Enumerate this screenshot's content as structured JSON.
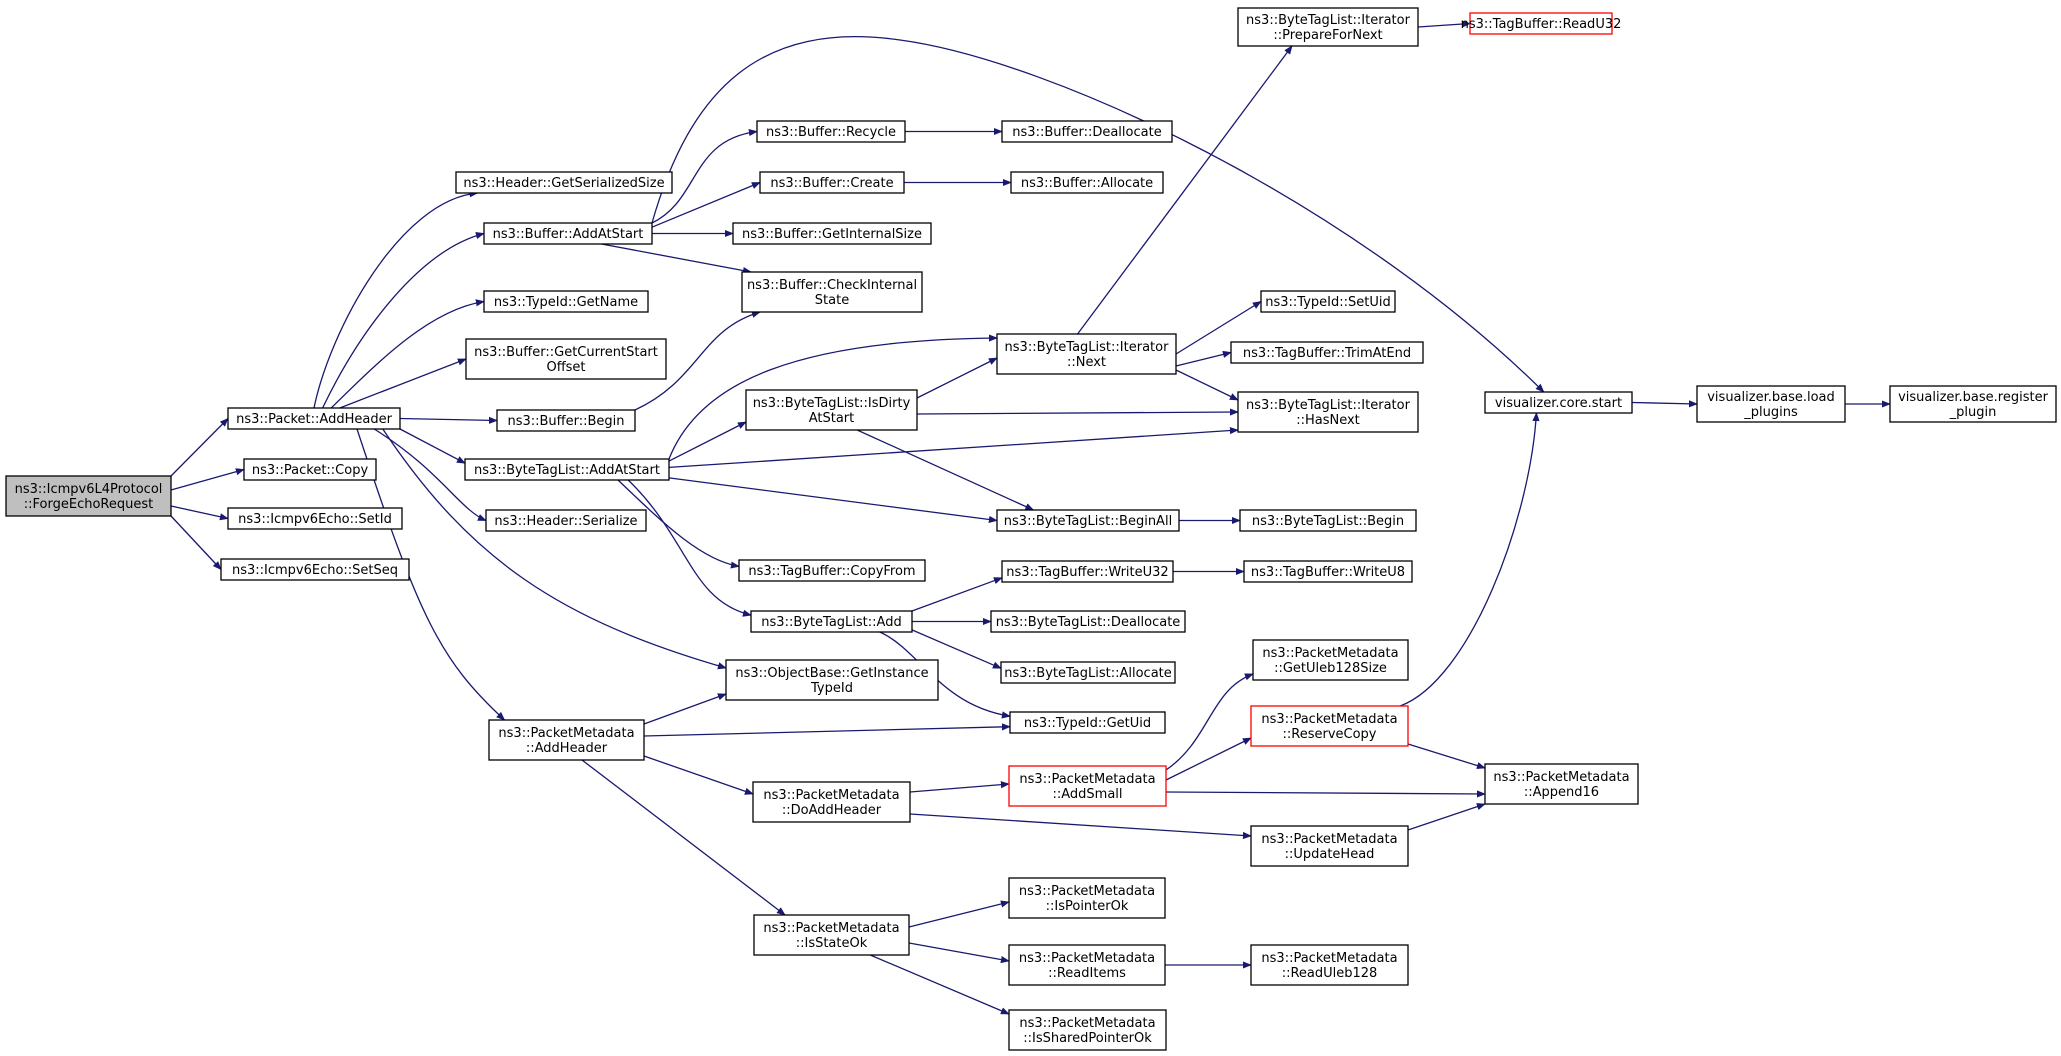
{
  "colors": {
    "edge": "#191970",
    "root_fill": "#bfbfbf",
    "red_border": "#ff0000"
  },
  "nodes": {
    "forge": [
      "ns3::Icmpv6L4Protocol",
      "::ForgeEchoRequest"
    ],
    "addheader": [
      "ns3::Packet::AddHeader"
    ],
    "copy": [
      "ns3::Packet::Copy"
    ],
    "setid": [
      "ns3::Icmpv6Echo::SetId"
    ],
    "setseq": [
      "ns3::Icmpv6Echo::SetSeq"
    ],
    "gsersize": [
      "ns3::Header::GetSerializedSize"
    ],
    "bufaddstart": [
      "ns3::Buffer::AddAtStart"
    ],
    "gettypename": [
      "ns3::TypeId::GetName"
    ],
    "getcurstart": [
      "ns3::Buffer::GetCurrentStart",
      "Offset"
    ],
    "bufbegin": [
      "ns3::Buffer::Begin"
    ],
    "btladdstart": [
      "ns3::ByteTagList::AddAtStart"
    ],
    "hdrserialize": [
      "ns3::Header::Serialize"
    ],
    "pmaddheader": [
      "ns3::PacketMetadata",
      "::AddHeader"
    ],
    "recycle": [
      "ns3::Buffer::Recycle"
    ],
    "create": [
      "ns3::Buffer::Create"
    ],
    "getinternal": [
      "ns3::Buffer::GetInternalSize"
    ],
    "checkinternal": [
      "ns3::Buffer::CheckInternal",
      "State"
    ],
    "isdirty": [
      "ns3::ByteTagList::IsDirty",
      "AtStart"
    ],
    "copyfrom": [
      "ns3::TagBuffer::CopyFrom"
    ],
    "btladd": [
      "ns3::ByteTagList::Add"
    ],
    "getinstance": [
      "ns3::ObjectBase::GetInstance",
      "TypeId"
    ],
    "doaddheader": [
      "ns3::PacketMetadata",
      "::DoAddHeader"
    ],
    "isstateok": [
      "ns3::PacketMetadata",
      "::IsStateOk"
    ],
    "dealloc": [
      "ns3::Buffer::Deallocate"
    ],
    "alloc": [
      "ns3::Buffer::Allocate"
    ],
    "itnext": [
      "ns3::ByteTagList::Iterator",
      "::Next"
    ],
    "beginall": [
      "ns3::ByteTagList::BeginAll"
    ],
    "writeu32": [
      "ns3::TagBuffer::WriteU32"
    ],
    "btldealloc": [
      "ns3::ByteTagList::Deallocate"
    ],
    "btlalloc": [
      "ns3::ByteTagList::Allocate"
    ],
    "getuid": [
      "ns3::TypeId::GetUid"
    ],
    "addsmall": [
      "ns3::PacketMetadata",
      "::AddSmall"
    ],
    "ispointerok": [
      "ns3::PacketMetadata",
      "::IsPointerOk"
    ],
    "readitems": [
      "ns3::PacketMetadata",
      "::ReadItems"
    ],
    "issharedok": [
      "ns3::PacketMetadata",
      "::IsSharedPointerOk"
    ],
    "prepnext": [
      "ns3::ByteTagList::Iterator",
      "::PrepareForNext"
    ],
    "setuid": [
      "ns3::TypeId::SetUid"
    ],
    "trimatend": [
      "ns3::TagBuffer::TrimAtEnd"
    ],
    "hasnext": [
      "ns3::ByteTagList::Iterator",
      "::HasNext"
    ],
    "btlbegin": [
      "ns3::ByteTagList::Begin"
    ],
    "writeu8": [
      "ns3::TagBuffer::WriteU8"
    ],
    "getuleb": [
      "ns3::PacketMetadata",
      "::GetUleb128Size"
    ],
    "reservecopy": [
      "ns3::PacketMetadata",
      "::ReserveCopy"
    ],
    "updatehead": [
      "ns3::PacketMetadata",
      "::UpdateHead"
    ],
    "readuleb": [
      "ns3::PacketMetadata",
      "::ReadUleb128"
    ],
    "readu32": [
      "ns3::TagBuffer::ReadU32"
    ],
    "vcstart": [
      "visualizer.core.start"
    ],
    "append16": [
      "ns3::PacketMetadata",
      "::Append16"
    ],
    "vbload": [
      "visualizer.base.load",
      "_plugins"
    ],
    "vbregister": [
      "visualizer.base.register",
      "_plugin"
    ]
  }
}
